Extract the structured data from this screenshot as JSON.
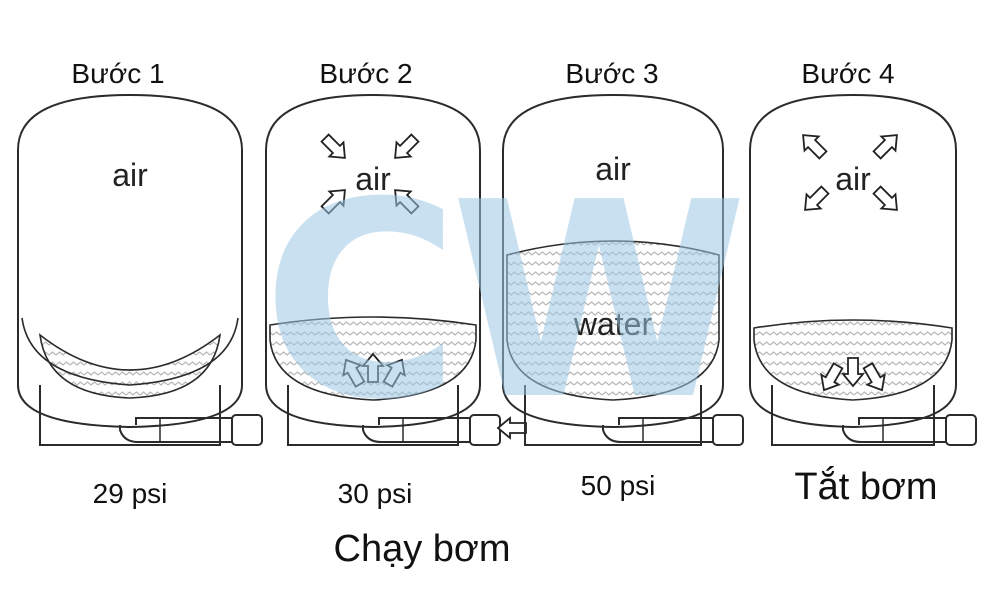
{
  "steps": [
    {
      "title": "Bước 1",
      "pressure": "29 psi",
      "air_label": "air",
      "water_label": "",
      "state": "empty",
      "arrows": "none"
    },
    {
      "title": "Bước 2",
      "pressure": "30 psi",
      "air_label": "air",
      "water_label": "",
      "state": "filling",
      "arrows": "inward"
    },
    {
      "title": "Bước 3",
      "pressure": "50 psi",
      "air_label": "air",
      "water_label": "water",
      "state": "full",
      "arrows": "none"
    },
    {
      "title": "Bước 4",
      "pressure": "",
      "air_label": "air",
      "water_label": "",
      "state": "draining",
      "arrows": "outward"
    }
  ],
  "pump_on_label": "Chạy bơm",
  "pump_off_label": "Tắt bơm",
  "watermark": {
    "text": "CW",
    "color": "#9cc6e6"
  }
}
